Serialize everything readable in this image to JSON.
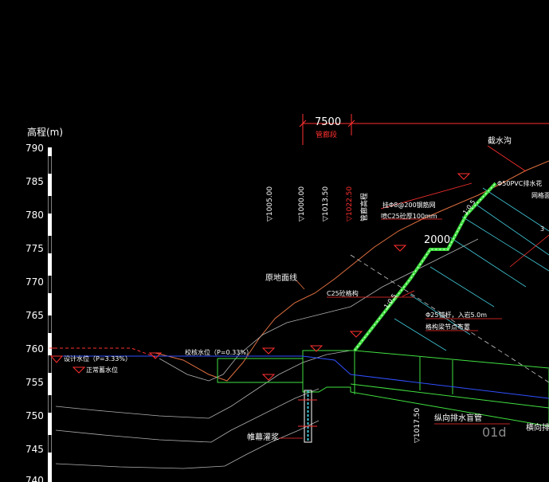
{
  "axis": {
    "title": "高程(m)",
    "ticks": [
      "790",
      "785",
      "780",
      "775",
      "770",
      "765",
      "760",
      "755",
      "750",
      "745",
      "740"
    ]
  },
  "dimension": {
    "value": "7500",
    "label": "管廊段"
  },
  "vertical_labels": [
    {
      "text": "▽1005.00",
      "color": "white"
    },
    {
      "text": "▽1000.00",
      "color": "white"
    },
    {
      "text": "▽1013.50",
      "color": "white"
    },
    {
      "text": "▽1022.50",
      "color": "red"
    },
    {
      "text": "管廊高程",
      "color": "white"
    },
    {
      "text": "▽1017.50",
      "color": "white"
    }
  ],
  "labels": {
    "interceptor_ditch": "截水沟",
    "pvc_drain": "Φ50PVC排水花",
    "slope_support": "网格面",
    "mesh": "挂Φ8@200钢筋网",
    "shotcrete": "喷C25砼厚100mm",
    "dim_2000": "2000",
    "ratio_top": "1:0.5",
    "ratio_bottom": "1:0.5",
    "ground_line": "原地面线",
    "frame_beam": "C25砼格构",
    "anchor": "Φ25锚杆，入岩5.0m",
    "anchor_node": "格构梁节点布置",
    "design_water": "设计水位（P=3.33%）",
    "normal_water": "正常蓄水位",
    "check_water": "校核水位（P=0.33%）",
    "curtain": "帷幕灌浆",
    "long_drain": "纵向排水盲管",
    "trans_drain": "横向排",
    "number_3": "3",
    "ghost_text": "01d"
  }
}
